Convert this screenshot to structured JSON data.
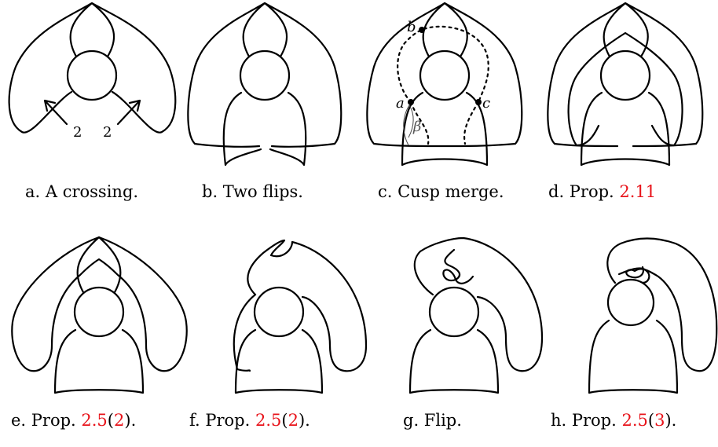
{
  "figure": {
    "captions": [
      {
        "prefix": "a.  A crossing.",
        "ref": "",
        "suffix": ""
      },
      {
        "prefix": "b.  Two flips.",
        "ref": "",
        "suffix": ""
      },
      {
        "prefix": "c.  Cusp merge.",
        "ref": "",
        "suffix": ""
      },
      {
        "prefix": "d.  Prop. ",
        "ref": "2.11",
        "suffix": ""
      },
      {
        "prefix": "e.  Prop. ",
        "ref": "2.5",
        "ref2": "2",
        "suffix": ")."
      },
      {
        "prefix": "f.  Prop. ",
        "ref": "2.5",
        "ref2": "2",
        "suffix": ")."
      },
      {
        "prefix": "g.  Flip.",
        "ref": "",
        "suffix": ""
      },
      {
        "prefix": "h.  Prop. ",
        "ref": "2.5",
        "ref2": "3",
        "suffix": ")."
      }
    ],
    "labels": {
      "a_left": "2",
      "a_right": "2",
      "c_a": "a",
      "c_b": "b",
      "c_c": "c",
      "c_beta": "β"
    },
    "ref_color": "#e8131a"
  }
}
